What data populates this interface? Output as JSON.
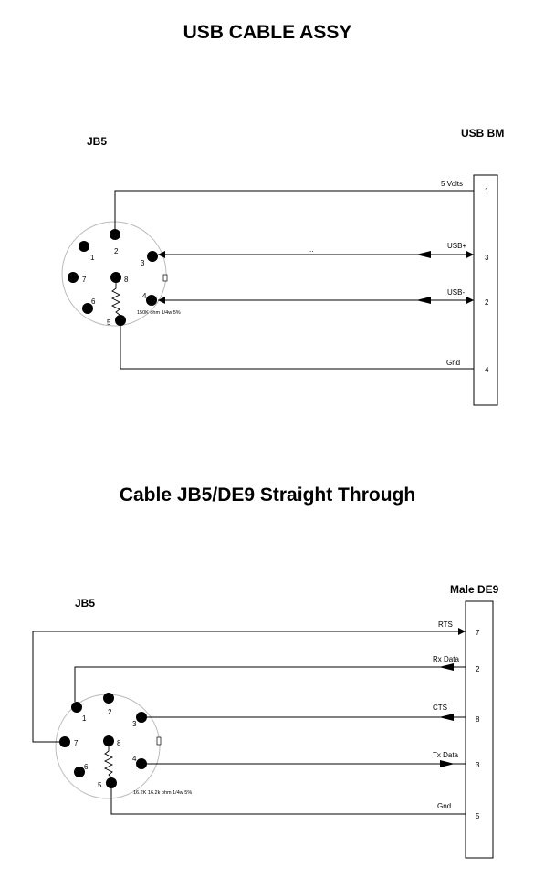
{
  "top": {
    "title": "USB CABLE ASSY",
    "left_header": "JB5",
    "right_header": "USB BM",
    "pins": {
      "p1": "1",
      "p2": "2",
      "p3": "3",
      "p4": "4",
      "p5": "5",
      "p6": "6",
      "p7": "7",
      "p8": "8"
    },
    "resistor": "150K ohm 1/4w 5%",
    "dots": "..",
    "wires": [
      {
        "label": "5 Volts",
        "pin": "1"
      },
      {
        "label": "USB+",
        "pin": "3"
      },
      {
        "label": "USB-",
        "pin": "2"
      },
      {
        "label": "Gnd",
        "pin": "4"
      }
    ]
  },
  "bottom": {
    "title": "Cable JB5/DE9 Straight Through",
    "left_header": "JB5",
    "right_header": "Male DE9",
    "pins": {
      "p1": "1",
      "p2": "2",
      "p3": "3",
      "p4": "4",
      "p5": "5",
      "p6": "6",
      "p7": "7",
      "p8": "8"
    },
    "resistor": "16.2K 16.2k ohm 1/4w 5%",
    "wires": [
      {
        "label": "RTS",
        "pin": "7"
      },
      {
        "label": "Rx Data",
        "pin": "2"
      },
      {
        "label": "CTS",
        "pin": "8"
      },
      {
        "label": "Tx Data",
        "pin": "3"
      },
      {
        "label": "Gnd",
        "pin": "5"
      }
    ]
  }
}
